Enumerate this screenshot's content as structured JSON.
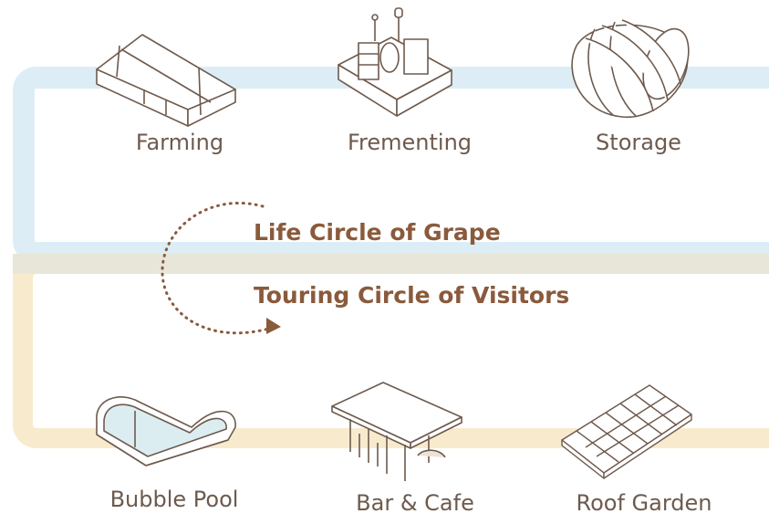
{
  "grape_cycle": {
    "title": "Life Circle of Grape",
    "stages": [
      {
        "label": "Farming",
        "icon": "greenhouse-icon"
      },
      {
        "label": "Frementing",
        "icon": "fermenting-plant-icon"
      },
      {
        "label": "Storage",
        "icon": "wine-barrel-icon"
      }
    ]
  },
  "visitor_cycle": {
    "title": "Touring Circle of Visitors",
    "stages": [
      {
        "label": "Bubble Pool",
        "icon": "bubble-pool-icon"
      },
      {
        "label": "Bar & Cafe",
        "icon": "bar-cafe-pavilion-icon"
      },
      {
        "label": "Roof Garden",
        "icon": "roof-garden-icon"
      }
    ]
  },
  "colors": {
    "grape_band": "#dcedf5",
    "visitor_band": "#f8ebcd",
    "text": "#6e5a4d",
    "title": "#8a5a3c"
  }
}
